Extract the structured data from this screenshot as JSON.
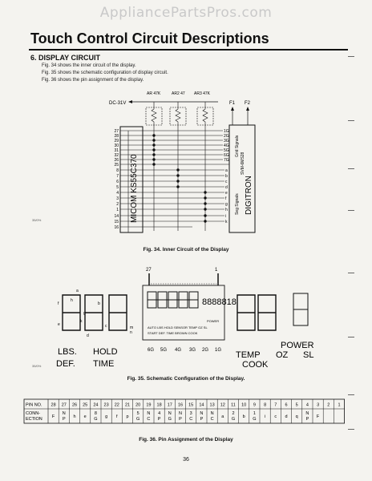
{
  "watermark": "AppliancePartsPros.com",
  "title": "Touch Control Circuit Descriptions",
  "section": "6. DISPLAY CIRCUIT",
  "descriptions": [
    "Fig. 34 shows the inner circuit of the display.",
    "Fig. 35 shows the schematic configuration of display circuit.",
    "Fig. 36 shows the pin assignment of the display."
  ],
  "fig34": {
    "caption": "Fig. 34. Inner Circuit of the Display",
    "resistors": [
      "AR 47K",
      "AR2 47",
      "AR3 47K"
    ],
    "supply": "DC-31V",
    "filaments": [
      "F1",
      "F2"
    ],
    "micom": "MICOM KS55C370",
    "digitron": "DIGITRON",
    "digitron_sub": "SVM-6MS28",
    "grid_label": "Grid Signals",
    "seg_label": "Seg Signals",
    "micom_pins": [
      "27",
      "28",
      "29",
      "30",
      "31",
      "32",
      "26",
      "25",
      "8",
      "7",
      "6",
      "5",
      "4",
      "3",
      "2",
      "1",
      "14",
      "15",
      "16"
    ],
    "grid_pins": [
      "1G",
      "2G",
      "3G",
      "4G",
      "5G",
      "6G",
      "7G"
    ],
    "seg_pins": [
      "a",
      "b",
      "c",
      "d",
      "e",
      "f",
      "g",
      "h",
      "i",
      "k"
    ],
    "side_note": "35/0%"
  },
  "fig35": {
    "caption": "Fig. 35. Schematic Configuration of the Display.",
    "top_pins": [
      "27",
      "1"
    ],
    "lcd_digits": "8888818",
    "power_small": "POWER",
    "auto_line": "AUTO LBS HOLD SENSOR TEMP OZ SL",
    "start_line": "START DEF. TIME BROWN COOK",
    "grid_labels": [
      "6G",
      "5G",
      "4G",
      "3G",
      "2G",
      "1G"
    ],
    "left_labels": [
      "LBS.",
      "HOLD",
      "DEF.",
      "TIME"
    ],
    "right_labels": [
      "POWER",
      "TEMP",
      "OZ",
      "SL",
      "COOK"
    ],
    "seg_letters": [
      "a",
      "b",
      "c",
      "d",
      "e",
      "f",
      "g",
      "h",
      "k",
      "m",
      "n"
    ],
    "side_note": "35/0%"
  },
  "fig36": {
    "caption": "Fig. 36. Pin Assignment of the Display",
    "row1_header": "PIN NO.",
    "row2_header": "CONN- ECTION",
    "pins": [
      "28",
      "27",
      "26",
      "25",
      "24",
      "23",
      "22",
      "21",
      "20",
      "19",
      "18",
      "17",
      "16",
      "15",
      "14",
      "13",
      "12",
      "11",
      "10",
      "9",
      "8",
      "7",
      "6",
      "5",
      "4",
      "3",
      "2",
      "1"
    ],
    "connections": [
      "F",
      "N P",
      "h",
      "e",
      "8 G",
      "g",
      "f",
      "p",
      "5 G",
      "N C",
      "4 P",
      "N G",
      "N P",
      "3 C",
      "N P",
      "N C",
      "a",
      "2 G",
      "b",
      "1 G",
      "i",
      "c",
      "d",
      "q",
      "N P",
      "F",
      "",
      ""
    ]
  },
  "page_number": "36"
}
